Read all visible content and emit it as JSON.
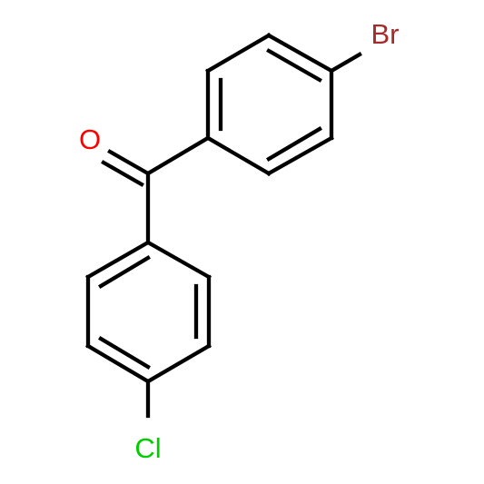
{
  "molecule": {
    "atoms": [
      {
        "id": "a1",
        "symbol": "Br",
        "color": "#a52a2a"
      },
      {
        "id": "a2",
        "symbol": "O",
        "color": "#ff0000"
      },
      {
        "id": "a3",
        "symbol": "Cl",
        "color": "#00cc00"
      }
    ],
    "bond_color": "#000000"
  }
}
